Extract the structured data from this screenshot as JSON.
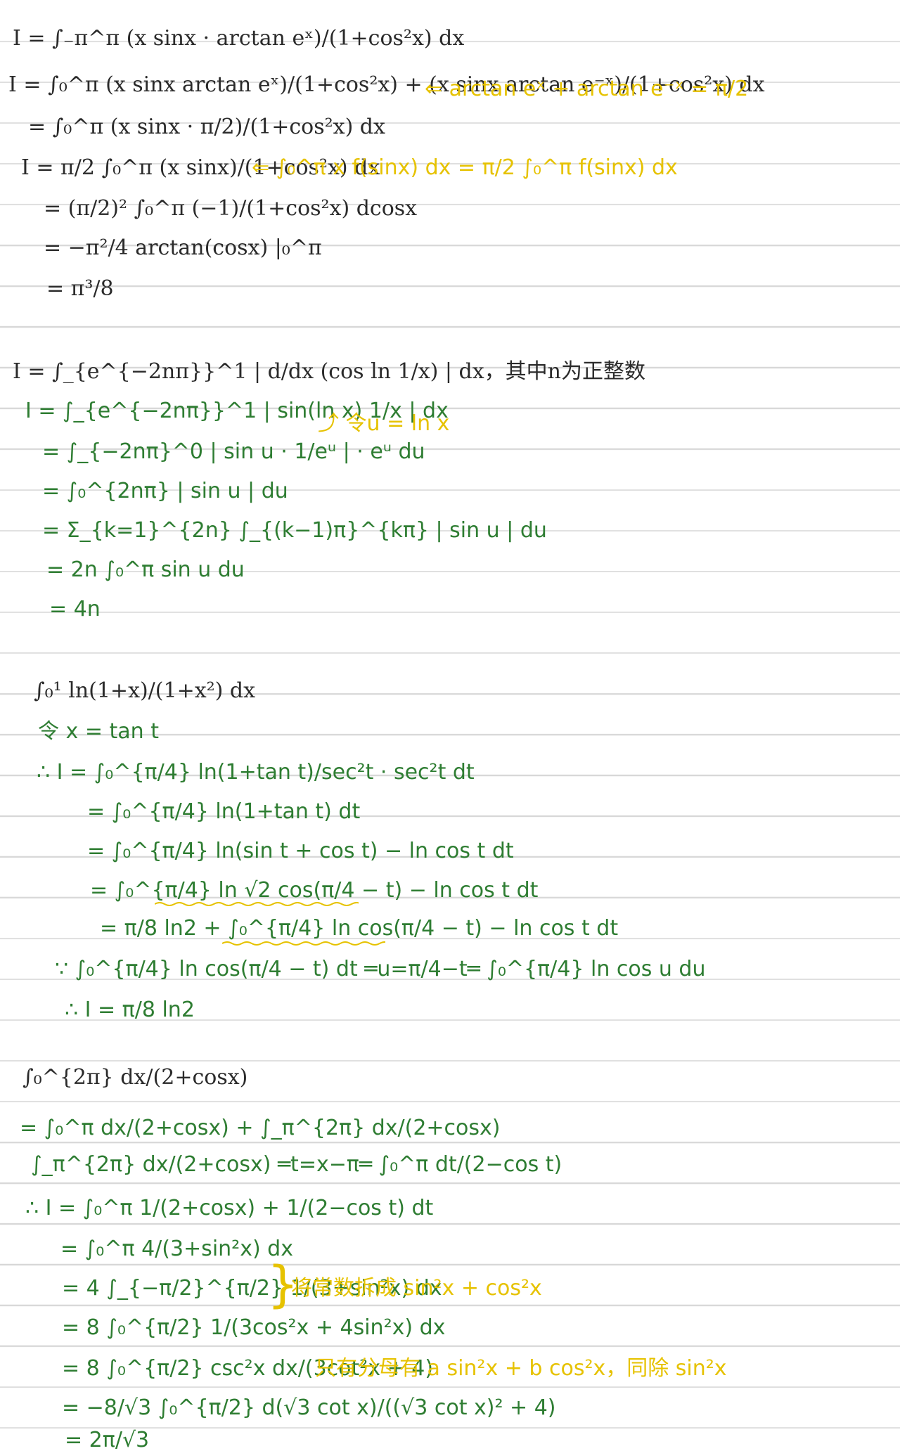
{
  "problem1": {
    "l1": "I = ∫₋π^π (x sinx · arctan eˣ)/(1+cos²x) dx",
    "l2": "I = ∫₀^π (x sinx arctan eˣ)/(1+cos²x) + (x sinx arctan e⁻ˣ)/(1+cos²x) dx",
    "n1": "⇐ arctan eˣ + arctan e⁻ˣ = π/2",
    "l3": "= ∫₀^π (x sinx · π/2)/(1+cos²x) dx",
    "l4": "I = π/2 ∫₀^π (x sinx)/(1+cos²x) dx",
    "n2": "⇐ ∫₀^π x f(sinx) dx = π/2 ∫₀^π f(sinx) dx",
    "l5": "= (π/2)² ∫₀^π (−1)/(1+cos²x) dcosx",
    "l6": "= −π²/4 arctan(cosx) |₀^π",
    "l7": "= π³/8"
  },
  "problem2": {
    "l1": "I = ∫_{e^{−2nπ}}^1 | d/dx (cos ln 1/x) | dx，其中n为正整数",
    "l2": "I = ∫_{e^{−2nπ}}^1 | sin(ln x) 1/x | dx",
    "n1": "⤴ 令u = ln x",
    "l3": "= ∫_{−2nπ}^0 | sin u · 1/eᵘ | · eᵘ du",
    "l4": "= ∫₀^{2nπ} | sin u | du",
    "l5": "= Σ_{k=1}^{2n} ∫_{(k−1)π}^{kπ} | sin u | du",
    "l6": "= 2n ∫₀^π sin u du",
    "l7": "= 4n"
  },
  "problem3": {
    "l1": "∫₀¹ ln(1+x)/(1+x²) dx",
    "l2": "令 x = tan t",
    "l3": "∴ I = ∫₀^{π/4} ln(1+tan t)/sec²t · sec²t dt",
    "l4": "= ∫₀^{π/4} ln(1+tan t) dt",
    "l5": "= ∫₀^{π/4} ln(sin t + cos t) − ln cos t dt",
    "l6": "= ∫₀^{π/4} ln √2 cos(π/4 − t) − ln cos t dt",
    "l7": "= π/8 ln2 + ∫₀^{π/4} ln cos(π/4 − t) − ln cos t dt",
    "l8": "∵ ∫₀^{π/4} ln cos(π/4 − t) dt ═u=π/4−t═ ∫₀^{π/4} ln cos u du",
    "l9": "∴ I = π/8 ln2"
  },
  "problem4": {
    "l1": "∫₀^{2π} dx/(2+cosx)",
    "l2": "= ∫₀^π dx/(2+cosx) + ∫_π^{2π} dx/(2+cosx)",
    "l3": "∫_π^{2π} dx/(2+cosx) ═t=x−π═ ∫₀^π dt/(2−cos t)",
    "l4": "∴ I = ∫₀^π 1/(2+cosx) + 1/(2−cos t) dt",
    "l5": "= ∫₀^π 4/(3+sin²x) dx",
    "l6": "= 4 ∫_{−π/2}^{π/2} 1/(3+sin²x) dx",
    "brace": "}",
    "n1": "将常数拆成 sin²x + cos²x",
    "l7": "= 8 ∫₀^{π/2} 1/(3cos²x + 4sin²x) dx",
    "l8": "= 8 ∫₀^{π/2} csc²x dx/(3cot²x + 4)",
    "n2": "只有分母有 a sin²x + b cos²x，同除 sin²x",
    "l9": "= −8/√3 ∫₀^{π/2} d(√3 cot x)/((√3 cot x)² + 4)",
    "l10": "= 2π/√3"
  }
}
